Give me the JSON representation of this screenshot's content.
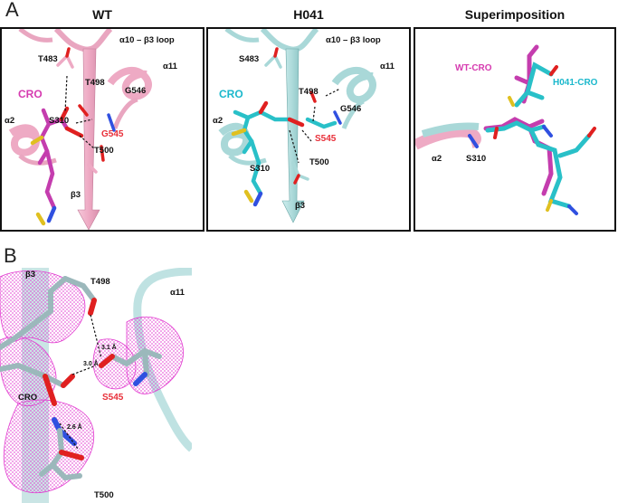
{
  "panel_a": {
    "letter": "A",
    "wt": {
      "title": "WT",
      "loop_label": "α10 – β3 loop",
      "labels": {
        "t483": "T483",
        "t498": "T498",
        "alpha11": "α11",
        "cro": "CRO",
        "g546": "G546",
        "alpha2": "α2",
        "s310": "S310",
        "s545": "G545",
        "t500": "T500",
        "beta3": "β3"
      }
    },
    "h041": {
      "title": "H041",
      "loop_label": "α10 – β3 loop",
      "labels": {
        "s483": "S483",
        "t498": "T498",
        "alpha11": "α11",
        "cro": "CRO",
        "g546": "G546",
        "alpha2": "α2",
        "s545": "S545",
        "s310": "S310",
        "t500": "T500",
        "beta3": "β3"
      }
    },
    "superimposition": {
      "title": "Superimposition",
      "labels": {
        "wt_cro": "WT-CRO",
        "h041_cro": "H041-CRO",
        "alpha2": "α2",
        "s310": "S310"
      }
    }
  },
  "panel_b": {
    "letter": "B",
    "labels": {
      "beta3": "β3",
      "t498": "T498",
      "alpha11": "α11",
      "cro": "CRO",
      "s545": "S545",
      "t500": "T500"
    },
    "distances": {
      "d1": "3.1 Å",
      "d2": "3.0 Å",
      "d3": "2.6 Å"
    }
  },
  "colors": {
    "wt_ribbon": "#eeaac4",
    "h041_ribbon": "#a9d8d8",
    "wt_carbon": "#c43dae",
    "h041_carbon": "#29c0c8",
    "oxygen": "#e02020",
    "nitrogen": "#3050e0",
    "sulfur": "#e0c020",
    "density_mesh": "#e23bd0",
    "b_carbon": "#9bb8bb",
    "label_red": "#e8303a"
  }
}
